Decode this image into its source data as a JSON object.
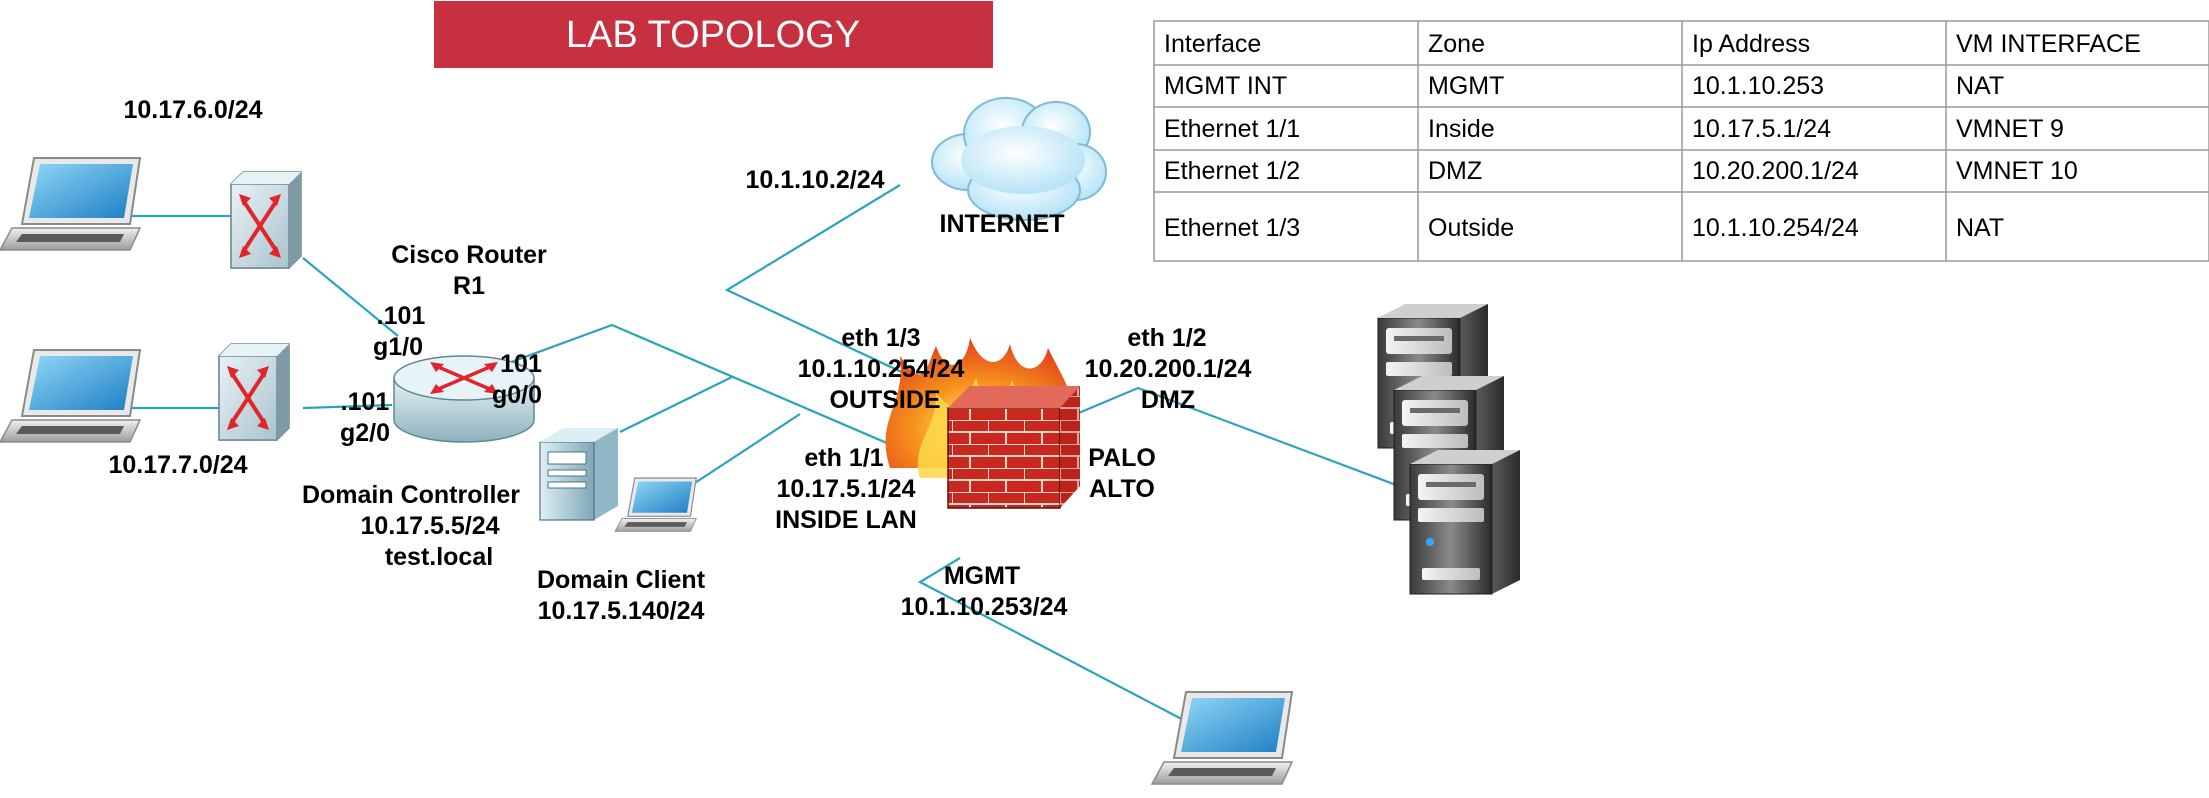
{
  "title": "LAB TOPOLOGY",
  "table": {
    "headers": [
      "Interface",
      "Zone",
      "Ip Address",
      "VM INTERFACE"
    ],
    "rows": [
      [
        "MGMT INT",
        "MGMT",
        "10.1.10.253",
        "NAT"
      ],
      [
        "Ethernet 1/1",
        "Inside",
        "10.17.5.1/24",
        "VMNET 9"
      ],
      [
        "Ethernet 1/2",
        "DMZ",
        "10.20.200.1/24",
        "VMNET 10"
      ],
      [
        "Ethernet 1/3",
        "Outside",
        "10.1.10.254/24",
        "NAT"
      ]
    ]
  },
  "labels": {
    "subnet_top": "10.17.6.0/24",
    "subnet_bottom": "10.17.7.0/24",
    "internet_ip": "10.1.10.2/24",
    "internet": "INTERNET",
    "router": [
      "Cisco Router",
      "R1"
    ],
    "router_g1": [
      ".101",
      "g1/0"
    ],
    "router_g2": [
      ".101",
      "g2/0"
    ],
    "router_g0": [
      "101",
      "g0/0"
    ],
    "dc": [
      "Domain Controller",
      "10.17.5.5/24",
      "test.local"
    ],
    "client": [
      "Domain Client",
      "10.17.5.140/24"
    ],
    "eth13": [
      "eth 1/3",
      "10.1.10.254/24",
      "OUTSIDE"
    ],
    "eth12": [
      "eth 1/2",
      "10.20.200.1/24",
      "DMZ"
    ],
    "eth11": [
      "eth 1/1",
      "10.17.5.1/24",
      "INSIDE LAN"
    ],
    "firewall": [
      "PALO",
      "ALTO"
    ],
    "mgmt": [
      "MGMT",
      "10.1.10.253/24"
    ]
  },
  "colors": {
    "title_bg": "#c6303f",
    "wire": "#2aa3bd",
    "firewall_brick": "#c8281e",
    "flame": "#f7941d"
  },
  "icons": [
    "laptop-icon",
    "switch-icon",
    "router-icon",
    "cloud-icon",
    "server-icon",
    "firewall-icon"
  ]
}
